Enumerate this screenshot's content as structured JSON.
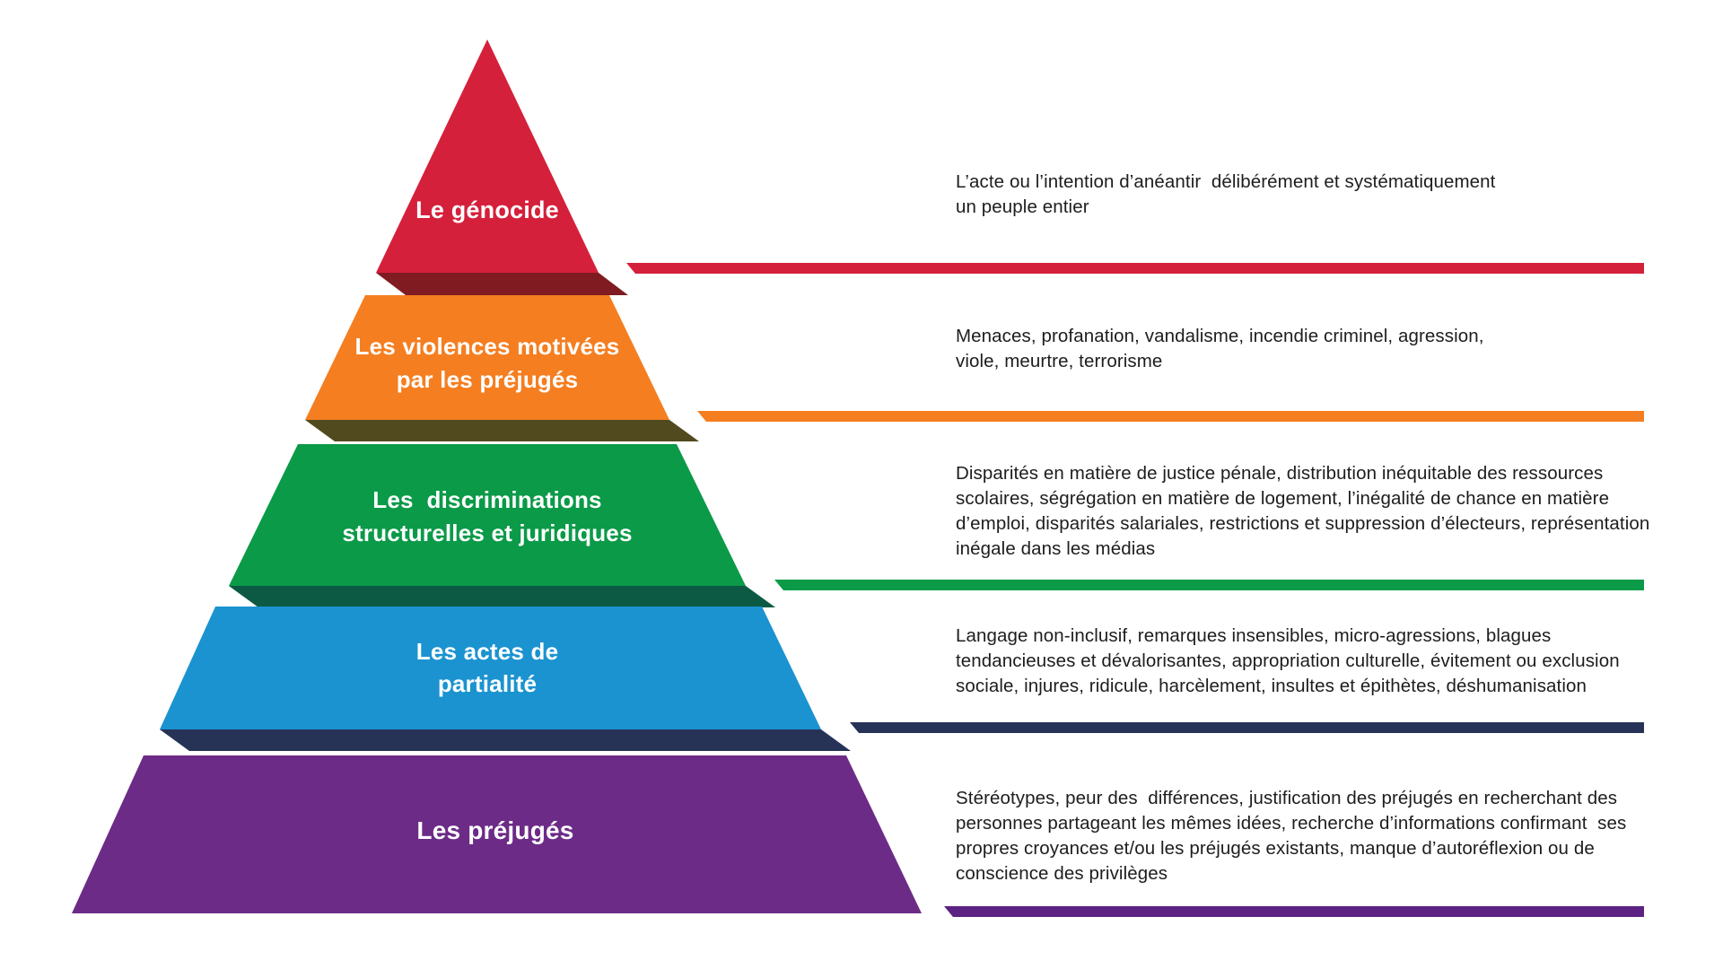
{
  "diagram": {
    "kind": "pyramid-of-hate",
    "language": "fr",
    "text_color": "#1d1d1f",
    "background_color": "#ffffff"
  },
  "levels": [
    {
      "id": "genocide",
      "label_lines": [
        "Le génocide"
      ],
      "color": "#d5203b",
      "shadow_color": "#801b22",
      "bar_color": "#d5203b",
      "description_lines": [
        "L’acte ou l’intention d’anéantir  délibérément et systématiquement",
        "un peuple entier"
      ]
    },
    {
      "id": "violences-motivees-par-les-prejuges",
      "label_lines": [
        "Les violences motivées",
        "par les préjugés"
      ],
      "color": "#f57e20",
      "shadow_color": "#514a1e",
      "bar_color": "#f57e20",
      "description_lines": [
        "Menaces, profanation, vandalisme, incendie criminel, agression,",
        "viole, meurtre, terrorisme"
      ]
    },
    {
      "id": "discriminations-structurelles-et-juridiques",
      "label_lines": [
        "Les  discriminations",
        "structurelles et juridiques"
      ],
      "color": "#0b9a48",
      "shadow_color": "#0c5a44",
      "bar_color": "#0b9a48",
      "description_lines": [
        "Disparités en matière de justice pénale, distribution inéquitable des ressources",
        "scolaires, ségrégation en matière de logement, l’inégalité de chance en matière",
        "d’emploi, disparités salariales, restrictions et suppression d’électeurs, représentation",
        "inégale dans les médias"
      ]
    },
    {
      "id": "actes-de-partialite",
      "label_lines": [
        "Les actes de",
        "partialité"
      ],
      "color": "#1b93d0",
      "shadow_color": "#263357",
      "bar_color": "#263357",
      "description_lines": [
        "Langage non-inclusif, remarques insensibles, micro-agressions, blagues",
        "tendancieuses et dévalorisantes, appropriation culturelle, évitement ou exclusion",
        "sociale, injures, ridicule, harcèlement, insultes et épithètes, déshumanisation"
      ]
    },
    {
      "id": "prejuges",
      "label_lines": [
        "Les préjugés"
      ],
      "color": "#6c2b87",
      "shadow_color": "#5c2383",
      "bar_color": "#5c2383",
      "description_lines": [
        "Stéréotypes, peur des  différences, justification des préjugés en recherchant des",
        "personnes partageant les mêmes idées, recherche d’informations confirmant  ses",
        "propres croyances et/ou les préjugés existants, manque d’autoréflexion ou de",
        "conscience des privilèges"
      ]
    }
  ]
}
